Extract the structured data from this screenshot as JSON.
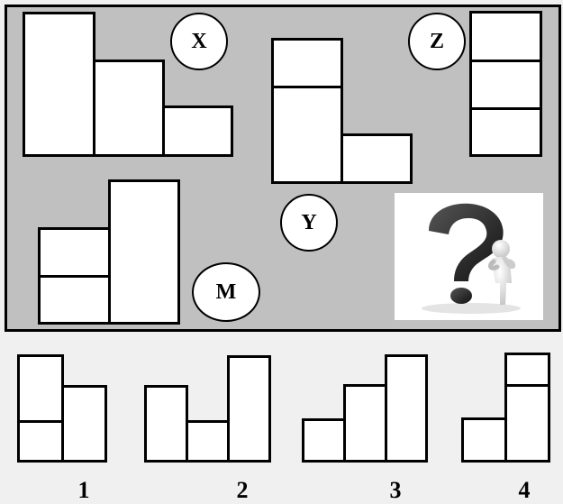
{
  "puzzle": {
    "labels": {
      "x": "X",
      "y": "Y",
      "z": "Z",
      "m": "M"
    },
    "unknown_icon": "question-mark-figure-icon"
  },
  "options": {
    "labels": [
      "1",
      "2",
      "3",
      "4"
    ]
  }
}
